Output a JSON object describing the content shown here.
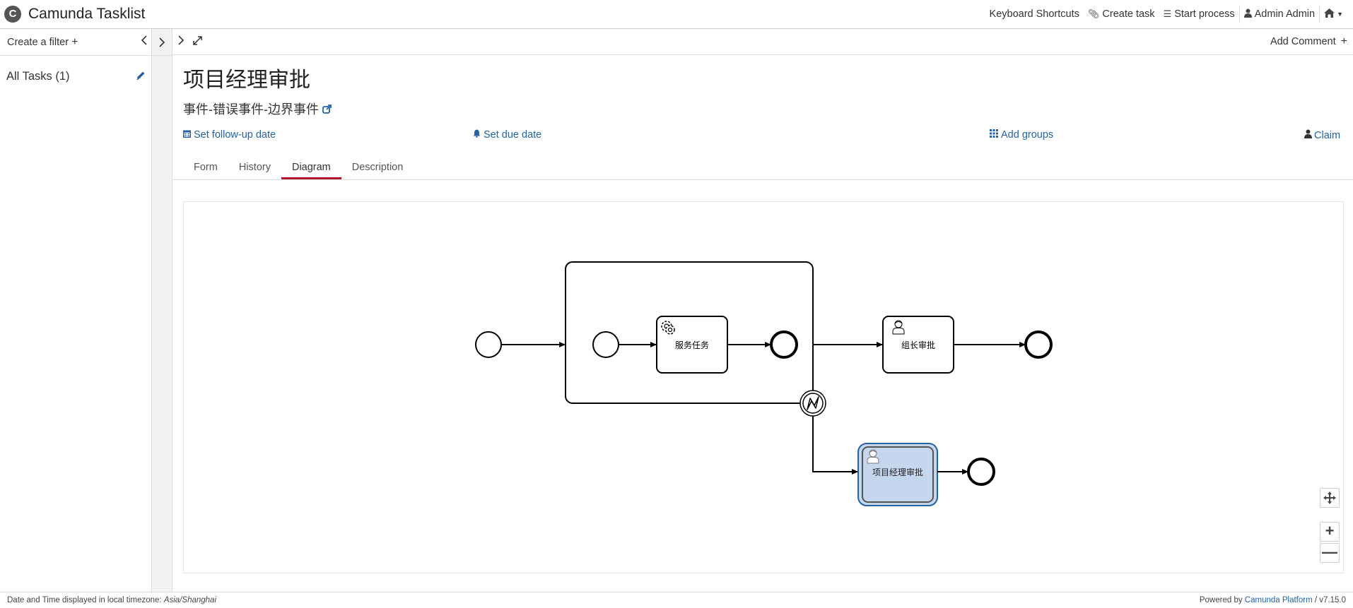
{
  "app": {
    "logo_glyph": "C",
    "title": "Camunda Tasklist"
  },
  "topnav": {
    "keyboard_shortcuts": "Keyboard Shortcuts",
    "create_task": "Create task",
    "start_process": "Start process",
    "user": "Admin Admin"
  },
  "sidebar": {
    "create_filter": "Create a filter",
    "filters": [
      {
        "label": "All Tasks (1)"
      }
    ]
  },
  "task": {
    "add_comment": "Add Comment",
    "title": "项目经理审批",
    "process_name": "事件-错误事件-边界事件",
    "set_followup": "Set follow-up date",
    "set_due": "Set due date",
    "add_groups": "Add groups",
    "claim": "Claim",
    "tabs": [
      "Form",
      "History",
      "Diagram",
      "Description"
    ],
    "active_tab": "Diagram"
  },
  "diagram": {
    "tasks": {
      "service": "服务任务",
      "team_lead": "组长审批",
      "pm": "项目经理审批"
    },
    "highlighted_task": "项目经理审批",
    "highlight_color": "#c5d6ef",
    "highlight_border": "#2463a6"
  },
  "footer": {
    "timezone_text": "Date and Time displayed in local timezone:",
    "timezone": "Asia/Shanghai",
    "powered_by": "Powered by",
    "platform": "Camunda Platform",
    "version": "/ v7.15.0"
  },
  "colors": {
    "link": "#2463a6",
    "active_tab": "#b5152b"
  }
}
